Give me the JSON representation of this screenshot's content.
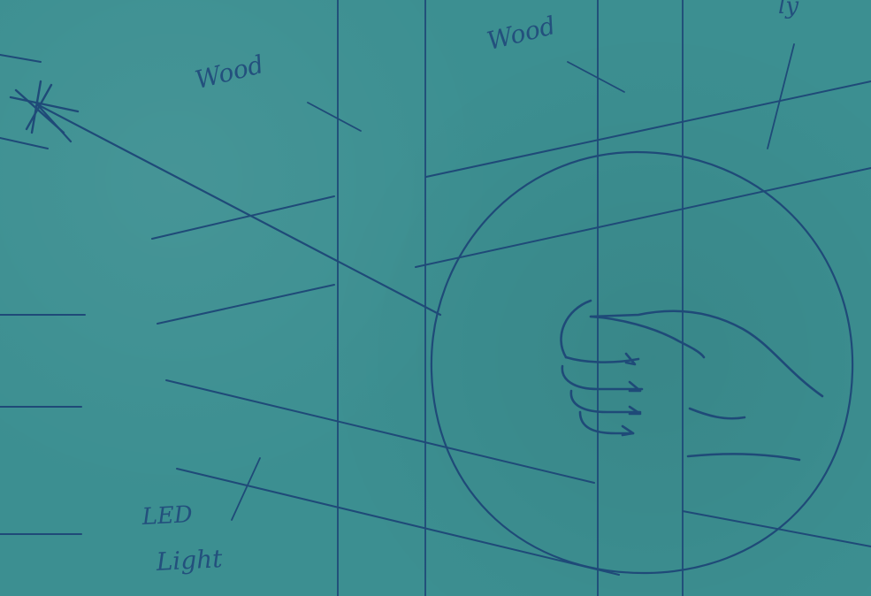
{
  "sketch": {
    "labels": {
      "wood_left": "Wood",
      "wood_right": "Wood",
      "led": "LED",
      "light": "Light",
      "top_right_partial": "ly"
    },
    "colors": {
      "paper": "#3c8f91",
      "ink": "#1f4a78"
    },
    "icons": {
      "star": "star-icon",
      "hand": "hand-icon"
    }
  }
}
